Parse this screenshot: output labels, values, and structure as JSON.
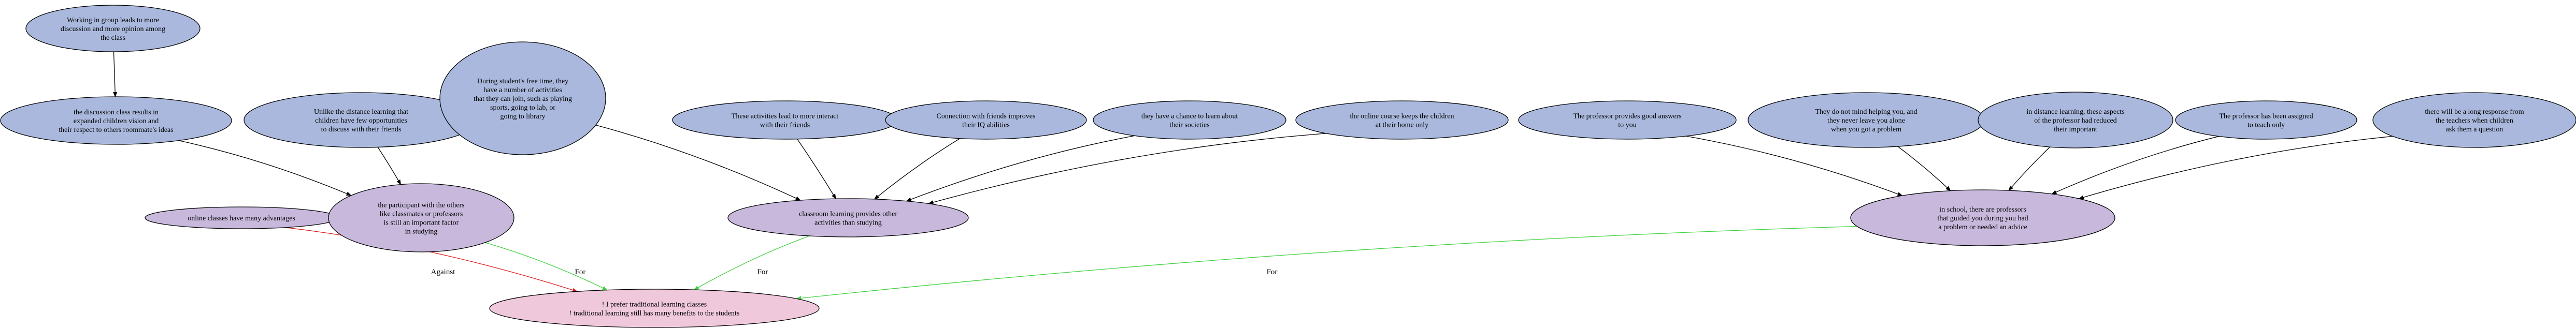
{
  "colors": {
    "premise": "#a9b8dc",
    "intermediate": "#c7b8dc",
    "conclusion": "#f0c8dc",
    "stroke": "#000000",
    "edge_support": "#000000",
    "edge_for": "#3ed13e",
    "edge_against": "#e02020"
  },
  "nodes": [
    {
      "id": "n1",
      "kind": "premise",
      "lines": [
        "Working in group leads to more",
        "discussion and more opinion among",
        "the class"
      ]
    },
    {
      "id": "n2",
      "kind": "premise",
      "lines": [
        "the discussion class results in",
        "expanded children vision and",
        "their respect to others roommate's ideas"
      ]
    },
    {
      "id": "n3",
      "kind": "premise",
      "lines": [
        "Unlike the distance learning that",
        "children have few opportunities",
        "to discuss with their friends"
      ]
    },
    {
      "id": "n4",
      "kind": "premise",
      "lines": [
        "During student's free time, they",
        "have a number of activities",
        "that they can join, such as playing",
        "sports, going to lab, or",
        "going to library"
      ]
    },
    {
      "id": "n5",
      "kind": "premise",
      "lines": [
        "These activities lead to more interact",
        "with their friends"
      ]
    },
    {
      "id": "n6",
      "kind": "premise",
      "lines": [
        "Connection with friends improves",
        "their IQ abilities"
      ]
    },
    {
      "id": "n7",
      "kind": "premise",
      "lines": [
        "they have a chance to learn about",
        "their societies"
      ]
    },
    {
      "id": "n8",
      "kind": "premise",
      "lines": [
        "the online course keeps the children",
        "at their home only"
      ]
    },
    {
      "id": "n9",
      "kind": "premise",
      "lines": [
        "The professor provides good answers",
        "to you"
      ]
    },
    {
      "id": "n10",
      "kind": "premise",
      "lines": [
        "They do not mind helping you, and",
        "they never leave you alone",
        "when you got a problem"
      ]
    },
    {
      "id": "n11",
      "kind": "premise",
      "lines": [
        "in distance learning, these aspects",
        "of the professor had reduced",
        "their important"
      ]
    },
    {
      "id": "n12",
      "kind": "premise",
      "lines": [
        "The professor has been assigned",
        "to teach only"
      ]
    },
    {
      "id": "n13",
      "kind": "premise",
      "lines": [
        "there will be a long response from",
        "the teachers when children",
        "ask them a question"
      ]
    },
    {
      "id": "n14",
      "kind": "intermediate",
      "lines": [
        "online classes have many advantages"
      ]
    },
    {
      "id": "n15",
      "kind": "intermediate",
      "lines": [
        "the participant with the others",
        "like classmates or professors",
        "is still an important factor",
        "in studying"
      ]
    },
    {
      "id": "n16",
      "kind": "intermediate",
      "lines": [
        "classroom learning provides other",
        "activities than studying"
      ]
    },
    {
      "id": "n17",
      "kind": "intermediate",
      "lines": [
        "in school, there are professors",
        "that guided you during you had",
        "a problem or needed an advice"
      ]
    },
    {
      "id": "n18",
      "kind": "conclusion",
      "lines": [
        "! I prefer traditional learning classes",
        "! traditional learning still has many benefits to the students"
      ]
    }
  ],
  "edges": [
    {
      "from": "n1",
      "to": "n2",
      "type": "support",
      "label": ""
    },
    {
      "from": "n2",
      "to": "n15",
      "type": "support",
      "label": ""
    },
    {
      "from": "n3",
      "to": "n15",
      "type": "support",
      "label": ""
    },
    {
      "from": "n4",
      "to": "n16",
      "type": "support",
      "label": ""
    },
    {
      "from": "n5",
      "to": "n16",
      "type": "support",
      "label": ""
    },
    {
      "from": "n6",
      "to": "n16",
      "type": "support",
      "label": ""
    },
    {
      "from": "n7",
      "to": "n16",
      "type": "support",
      "label": ""
    },
    {
      "from": "n8",
      "to": "n16",
      "type": "support",
      "label": ""
    },
    {
      "from": "n9",
      "to": "n17",
      "type": "support",
      "label": ""
    },
    {
      "from": "n10",
      "to": "n17",
      "type": "support",
      "label": ""
    },
    {
      "from": "n11",
      "to": "n17",
      "type": "support",
      "label": ""
    },
    {
      "from": "n12",
      "to": "n17",
      "type": "support",
      "label": ""
    },
    {
      "from": "n13",
      "to": "n17",
      "type": "support",
      "label": ""
    },
    {
      "from": "n14",
      "to": "n18",
      "type": "against",
      "label": "Against"
    },
    {
      "from": "n15",
      "to": "n18",
      "type": "for",
      "label": "For"
    },
    {
      "from": "n16",
      "to": "n18",
      "type": "for",
      "label": "For"
    },
    {
      "from": "n17",
      "to": "n18",
      "type": "for",
      "label": "For"
    }
  ]
}
